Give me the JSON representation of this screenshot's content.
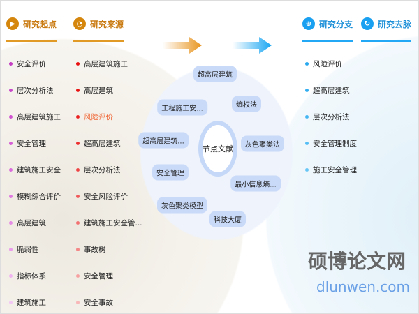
{
  "columns": [
    {
      "title": "研究起点",
      "icon": "play-icon",
      "items": [
        "安全评价",
        "层次分析法",
        "高层建筑施工",
        "安全管理",
        "建筑施工安全",
        "模糊综合评价",
        "高层建筑",
        "脆弱性",
        "指标体系",
        "建筑施工"
      ],
      "dot_colors": [
        "#c43fc4",
        "#c94ac9",
        "#d052d0",
        "#d65ed6",
        "#db6cdb",
        "#e07ae0",
        "#e58be5",
        "#ea9dea",
        "#efb3ef",
        "#f4c8f4"
      ]
    },
    {
      "title": "研究来源",
      "icon": "clock-icon",
      "items": [
        "高层建筑施工",
        "高层建筑",
        "风险评价",
        "超高层建筑",
        "层次分析法",
        "安全风险评价",
        "建筑施工安全管...",
        "事故树",
        "安全管理",
        "安全事故"
      ],
      "dot_colors": [
        "#e81010",
        "#e81414",
        "#ea2020",
        "#ec3030",
        "#ee4444",
        "#f05a5a",
        "#f27070",
        "#f48888",
        "#f6a0a0",
        "#f8b8b8"
      ],
      "highlight_index": 2,
      "highlight_color": "#f06a3a"
    },
    {
      "title": "研究分支",
      "icon": "plus-icon",
      "items": [
        "风险评价",
        "超高层建筑",
        "层次分析法",
        "安全管理制度",
        "施工安全管理"
      ],
      "dot_colors": [
        "#2aa8ee",
        "#33aef0",
        "#44b6f2",
        "#55bef4",
        "#66c6f6"
      ]
    },
    {
      "title": "研究去脉",
      "icon": "refresh-icon",
      "items": []
    }
  ],
  "center": {
    "label": "节点文献",
    "nodes": [
      "超高层建筑",
      "熵权法",
      "工程施工安...",
      "超高层建筑...",
      "灰色聚类法",
      "安全管理",
      "最小信息熵...",
      "灰色聚类模型",
      "科技大厦"
    ]
  },
  "watermark": {
    "text": "硕博论文网",
    "url": "dlunwen.com"
  }
}
